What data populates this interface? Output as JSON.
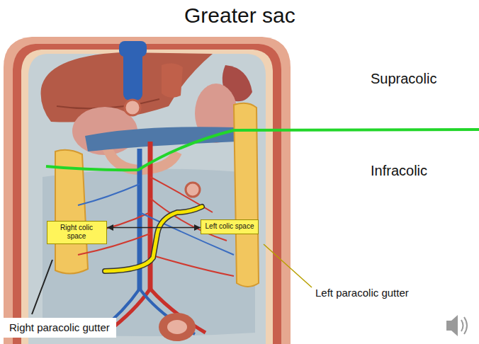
{
  "diagram": {
    "title": "Greater sac",
    "nodes": [
      {
        "text": [
          "Right colic space"
        ]
      },
      {
        "text": [
          "Left colic space"
        ]
      }
    ],
    "edges": [
      {
        "from": 0,
        "to": 1,
        "arrow": "both"
      }
    ],
    "labels": [
      "Supracolic",
      "Infracolic",
      "Left paracolic gutter",
      "Right paracolic gutter"
    ]
  }
}
